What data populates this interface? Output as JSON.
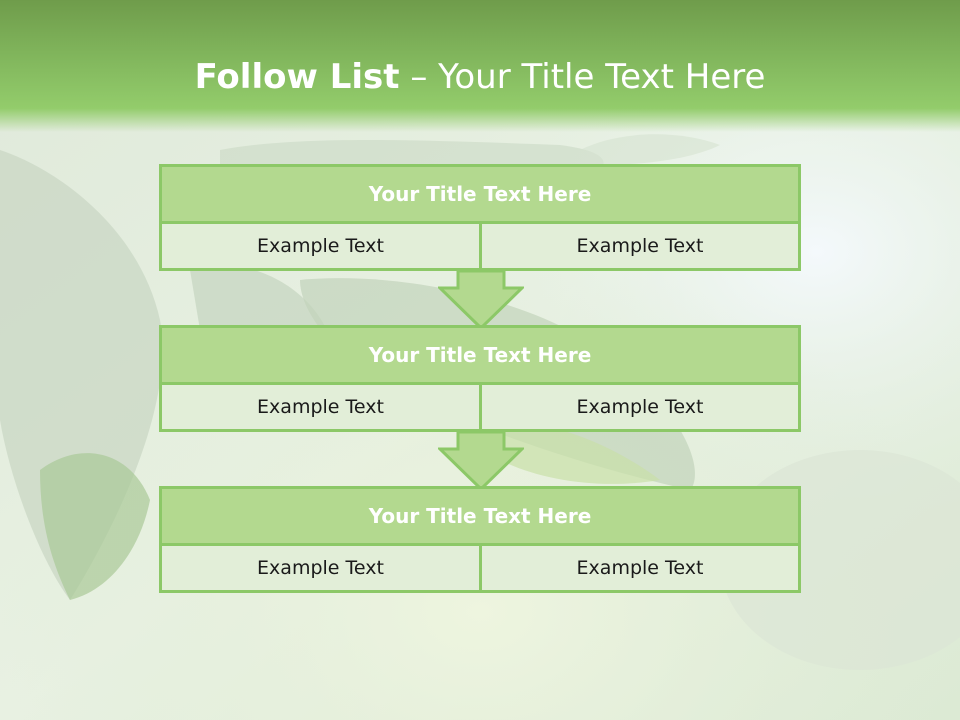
{
  "title": {
    "bold": "Follow List",
    "rest": " – Your Title Text Here"
  },
  "steps": [
    {
      "title": "Your Title Text Here",
      "left": "Example Text",
      "right": "Example Text"
    },
    {
      "title": "Your Title Text Here",
      "left": "Example Text",
      "right": "Example Text"
    },
    {
      "title": "Your Title Text Here",
      "left": "Example Text",
      "right": "Example Text"
    }
  ],
  "colors": {
    "header_band": "#82b75d",
    "box_border": "#8cc867",
    "box_header": "#b3d98f",
    "box_cell": "#e2eed8",
    "arrow_fill": "#b3d98f"
  },
  "icons": [
    "down-arrow-icon"
  ]
}
